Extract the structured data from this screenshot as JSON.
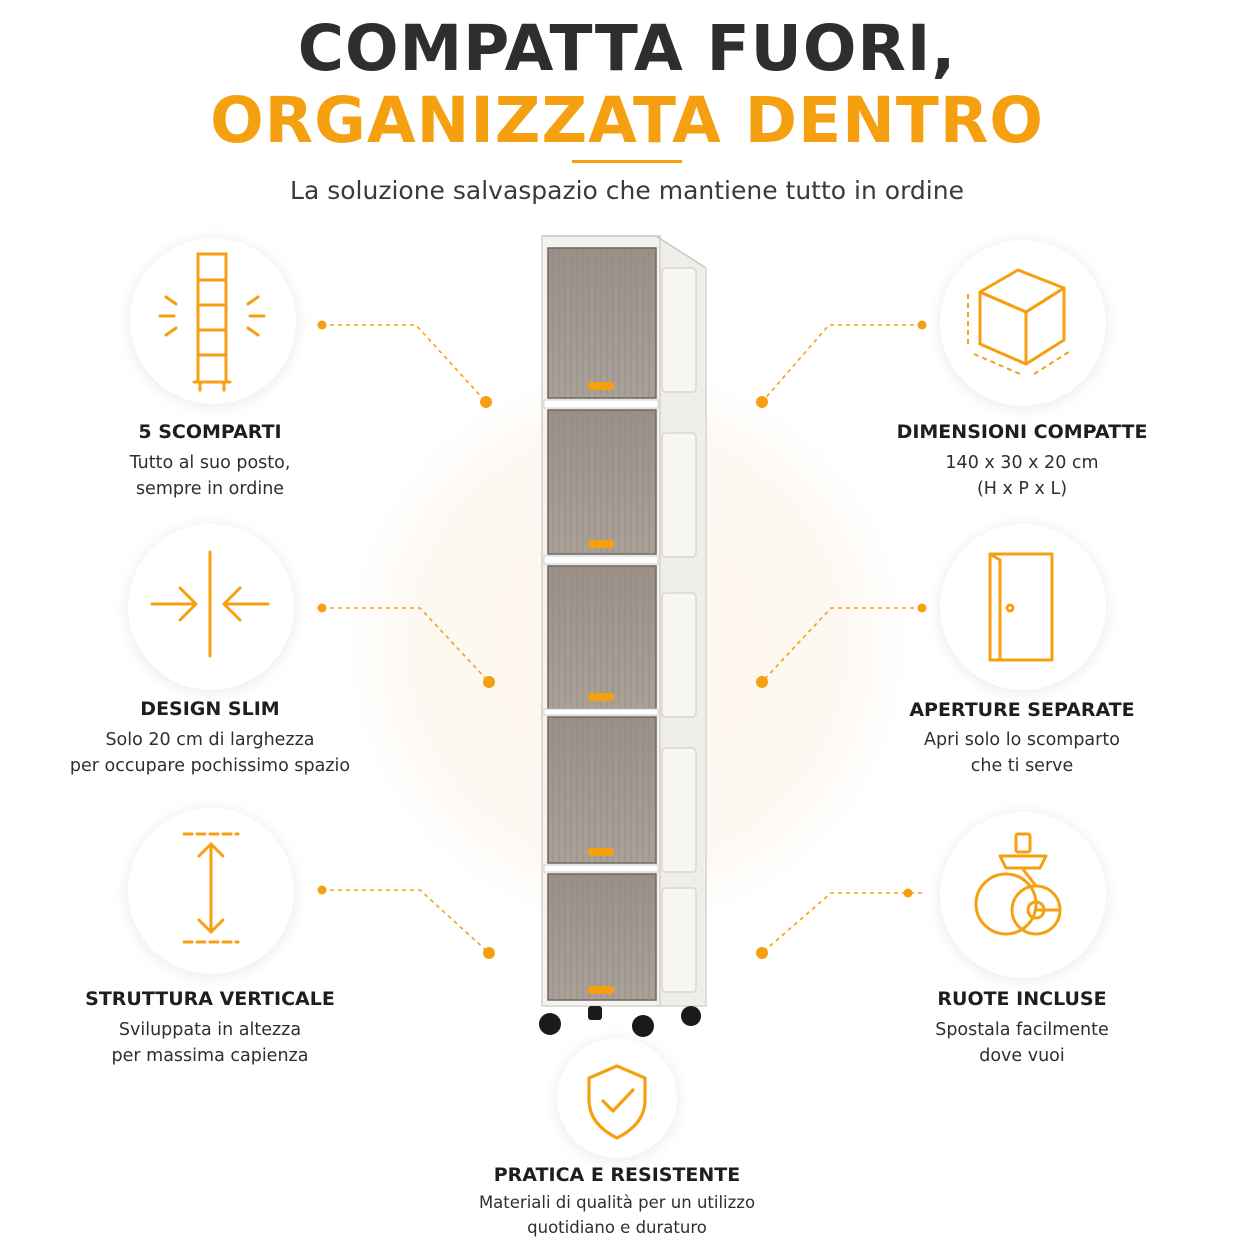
{
  "header": {
    "title_line1": "COMPATTA FUORI,",
    "title_line2": "ORGANIZZATA DENTRO",
    "subtitle": "La soluzione salvaspazio che mantiene tutto in ordine"
  },
  "colors": {
    "accent": "#f5a010",
    "title_dark": "#2e2e2e",
    "text": "#2f2f2f"
  },
  "features": {
    "compartments": {
      "icon": "shelf-tower-icon",
      "title": "5 SCOMPARTI",
      "line1": "Tutto al suo posto,",
      "line2": "sempre in ordine"
    },
    "slim": {
      "icon": "compress-arrows-icon",
      "title": "DESIGN SLIM",
      "line1": "Solo 20 cm di larghezza",
      "line2": "per occupare pochissimo spazio"
    },
    "vertical": {
      "icon": "vertical-arrow-icon",
      "title": "STRUTTURA VERTICALE",
      "line1": "Sviluppata in altezza",
      "line2": "per massima capienza"
    },
    "dimensions": {
      "icon": "cube-icon",
      "title": "DIMENSIONI COMPATTE",
      "line1": "140 x 30 x 20 cm",
      "line2": "(H x P x L)"
    },
    "openings": {
      "icon": "door-icon",
      "title": "APERTURE SEPARATE",
      "line1": "Apri solo lo scomparto",
      "line2": "che ti serve"
    },
    "wheels": {
      "icon": "caster-wheel-icon",
      "title": "RUOTE INCLUSE",
      "line1": "Spostala facilmente",
      "line2": "dove vuoi"
    },
    "durable": {
      "icon": "shield-check-icon",
      "title": "PRATICA E RESISTENTE",
      "line1": "Materiali di qualità per un utilizzo",
      "line2": "quotidiano e duraturo"
    }
  }
}
